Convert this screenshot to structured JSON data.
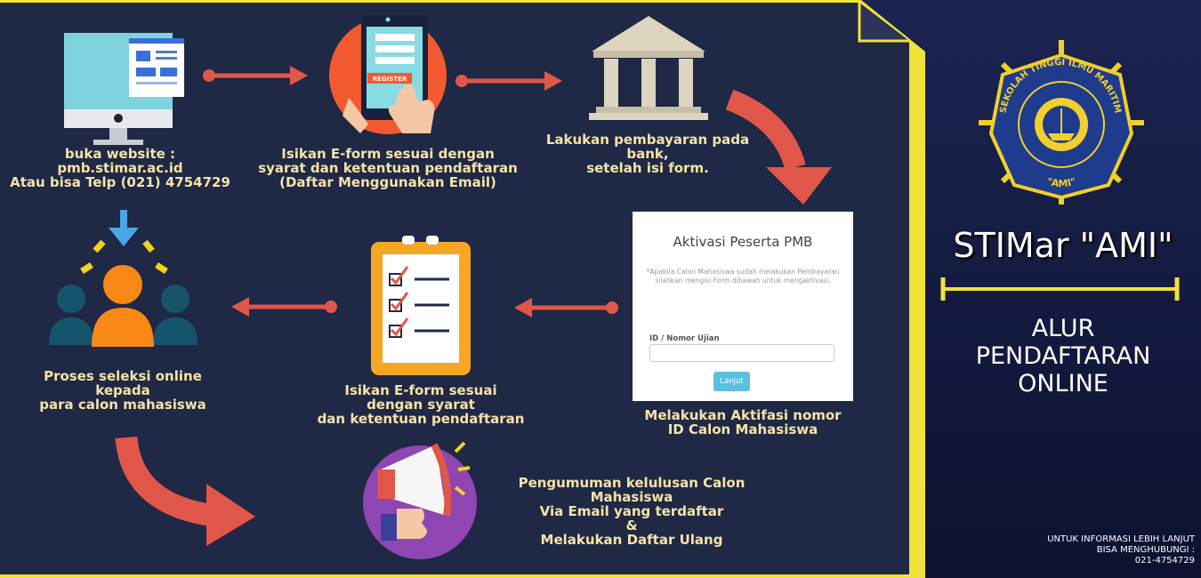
{
  "steps": {
    "website": "buka website :\npmb.stimar.ac.id\nAtau bisa Telp (021) 4754729",
    "eform_email": "Isikan E-form sesuai dengan\nsyarat dan ketentuan pendaftaran\n(Daftar Menggunakan Email)",
    "payment": "Lakukan pembayaran pada bank,\nsetelah isi form.",
    "activation": "Melakukan Aktifasi nomor\nID Calon Mahasiswa",
    "eform": "Isikan E-form sesuai\ndengan  syarat\ndan ketentuan pendaftaran",
    "selection": "Proses seleksi online kepada\npara calon mahasiswa",
    "announcement": "Pengumuman kelulusan  Calon Mahasiswa\nVia Email yang terdaftar\n&\nMelakukan Daftar Ulang"
  },
  "register_label": "REGISTER",
  "activation_form": {
    "title": "Aktivasi Peserta PMB",
    "note": "*Apabila Calon Mahasiswa sudah melakukan Pembayaran\nsilahkan mengisi Form dibawah untuk mengaktivasi.",
    "id_label": "ID / Nomor Ujian",
    "id_value": "",
    "button": "Lanjut"
  },
  "panel": {
    "title": "STIMar \"AMI\"",
    "subtitle": "ALUR\nPENDAFTARAN\nONLINE",
    "contact": "UNTUK INFORMASI LEBIH LANJUT\nBISA MENGHUBUNGI :\n021-4754729"
  },
  "logo_text": {
    "top": "SEKOLAH TINGGI ILMU MARITIM",
    "bottom": "\"AMI\""
  },
  "colors": {
    "background": "#101734",
    "main_panel": "#1f2844",
    "border_yellow": "#f0e23a",
    "arrow_red": "#e0574a",
    "caption": "#f6e3a8",
    "logo_blue": "#1f3b8c",
    "logo_yellow": "#f1cf2c"
  }
}
